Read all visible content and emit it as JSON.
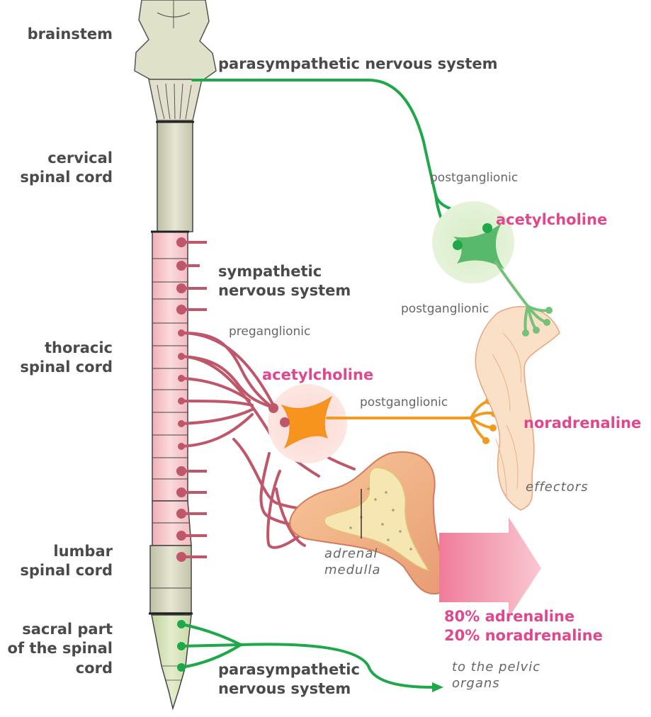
{
  "labels": {
    "brainstem": "brainstem",
    "cervical_1": "cervical",
    "cervical_2": "spinal cord",
    "thoracic_1": "thoracic",
    "thoracic_2": "spinal cord",
    "lumbar_1": "lumbar",
    "lumbar_2": "spinal cord",
    "sacral_1": "sacral part",
    "sacral_2": "of the spinal",
    "sacral_3": "cord",
    "parasympathetic_top": "parasympathetic nervous system",
    "sympathetic_1": "sympathetic",
    "sympathetic_2": "nervous system",
    "parasympathetic_bottom_1": "parasympathetic",
    "parasympathetic_bottom_2": "nervous system",
    "postganglionic_1": "postganglionic",
    "postganglionic_2": "postganglionic",
    "postganglionic_3": "postganglionic",
    "preganglionic": "preganglionic",
    "acetylcholine_1": "acetylcholine",
    "acetylcholine_2": "acetylcholine",
    "noradrenaline": "noradrenaline",
    "effectors": "effectors",
    "adrenal_1": "adrenal",
    "adrenal_2": "medulla",
    "output_1": "80% adrenaline",
    "output_2": "20% noradrenaline",
    "pelvic_1": "to the pelvic",
    "pelvic_2": "organs"
  },
  "colors": {
    "parasympathetic_green": "#1fa84a",
    "sympathetic_red": "#c0566a",
    "postganglionic_orange": "#f39a1e",
    "highlight_pink": "#e0488e",
    "label_gray": "#4a4a4a",
    "cord_fill": "#d8d8c0",
    "thoracic_fill": "#f4c4c8",
    "sacral_fill": "#d6e3b8"
  }
}
